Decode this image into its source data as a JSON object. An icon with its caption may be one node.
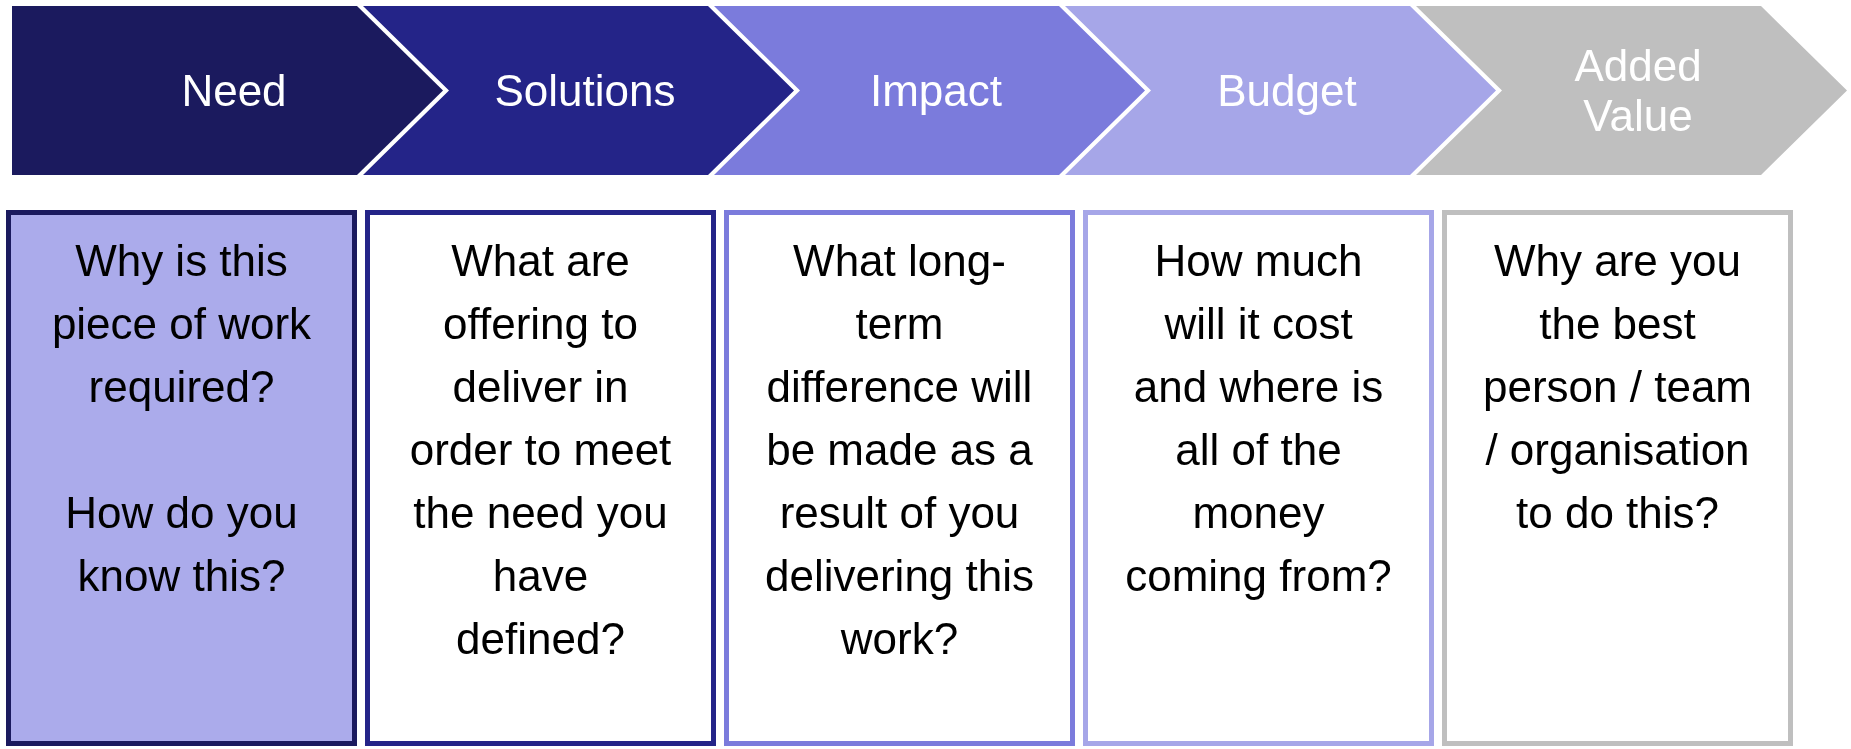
{
  "diagram": {
    "nodes": [
      {
        "text": [
          "Need"
        ]
      },
      {
        "text": [
          "Solutions"
        ]
      },
      {
        "text": [
          "Impact"
        ]
      },
      {
        "text": [
          "Budget"
        ]
      },
      {
        "text": [
          "Added Value"
        ]
      },
      {
        "text": [
          "Why is this piece of work required?",
          "How do you know this?"
        ]
      },
      {
        "text": [
          "What are offering to deliver in order to meet the need you have defined?"
        ]
      },
      {
        "text": [
          "What long-term difference will be made as a result of you delivering this work?"
        ]
      },
      {
        "text": [
          "How much will it cost and where is all of the money coming from?"
        ]
      },
      {
        "text": [
          "Why are you the best person / team / organisation to do this?"
        ]
      }
    ]
  }
}
